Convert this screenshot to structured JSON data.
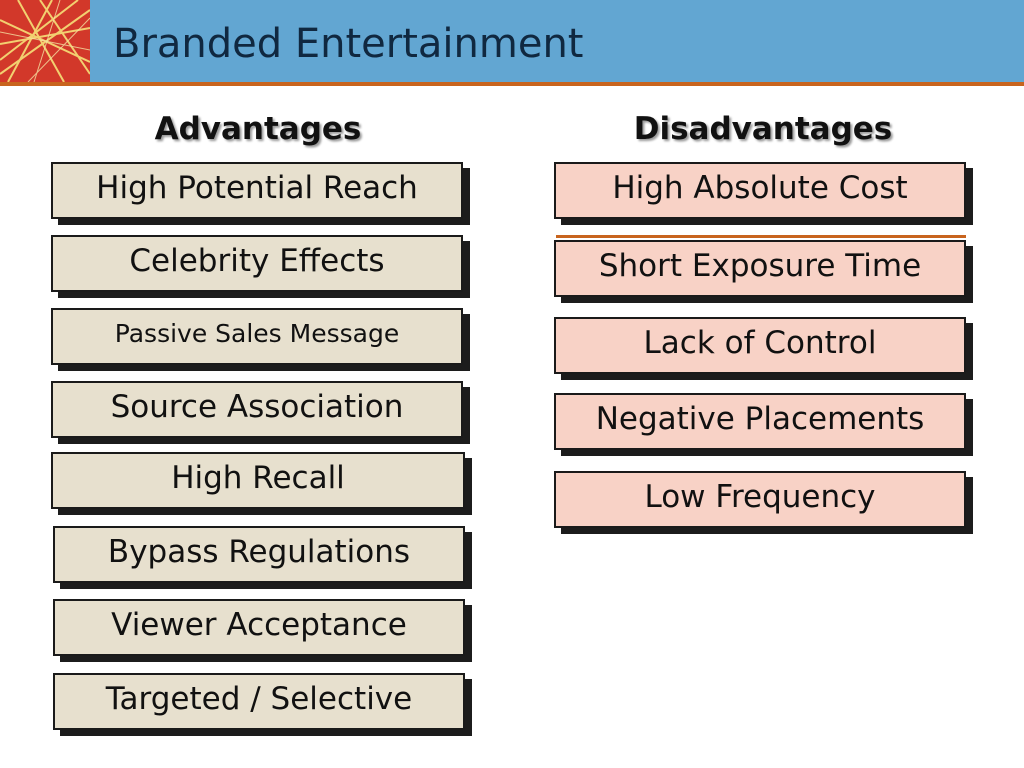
{
  "header": {
    "title": "Branded Entertainment"
  },
  "columns": {
    "advantages": {
      "heading": "Advantages",
      "items": [
        "High Potential Reach",
        "Celebrity Effects",
        "Passive Sales Message",
        "Source Association",
        "High Recall",
        "Bypass Regulations",
        "Viewer Acceptance",
        "Targeted / Selective"
      ]
    },
    "disadvantages": {
      "heading": "Disadvantages",
      "items": [
        "High Absolute Cost",
        "Short Exposure Time",
        "Lack of Control",
        "Negative Placements",
        "Low Frequency"
      ]
    }
  },
  "colors": {
    "header_bar": "#62a6d2",
    "header_rule": "#c8641e",
    "logo": "#d2382a",
    "advantage_box": "#e7e0ce",
    "disadvantage_box": "#f8d2c6"
  }
}
